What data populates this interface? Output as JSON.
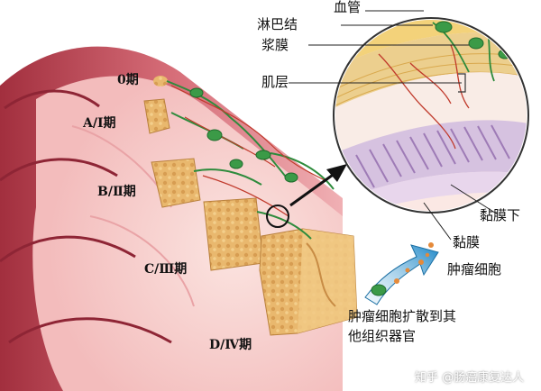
{
  "labels": {
    "blood_vessel": "血管",
    "lymph_node": "淋巴结",
    "serosa": "浆膜",
    "muscle_layer": "肌层",
    "submucosa": "黏膜下",
    "mucosa": "黏膜",
    "tumor_cell": "肿瘤细胞",
    "spread_line1": "肿瘤细胞扩散到其",
    "spread_line2": "他组织器官"
  },
  "stages": {
    "s0": "0期",
    "s1": "A/Ⅰ期",
    "s2": "B/Ⅱ期",
    "s3": "C/Ⅲ期",
    "s4": "D/Ⅳ期"
  },
  "watermark": "知乎 @肠癌康复达人",
  "colors": {
    "colon_dark": "#b43a48",
    "colon_mid": "#d9707a",
    "colon_light": "#f2b7b9",
    "tumor": "#e7b56a",
    "tumor_dark": "#b9803c",
    "vessel_green": "#2e8b3c",
    "serosa_yellow": "#f3d27a",
    "mucosa_purple": "#b49ac8"
  }
}
